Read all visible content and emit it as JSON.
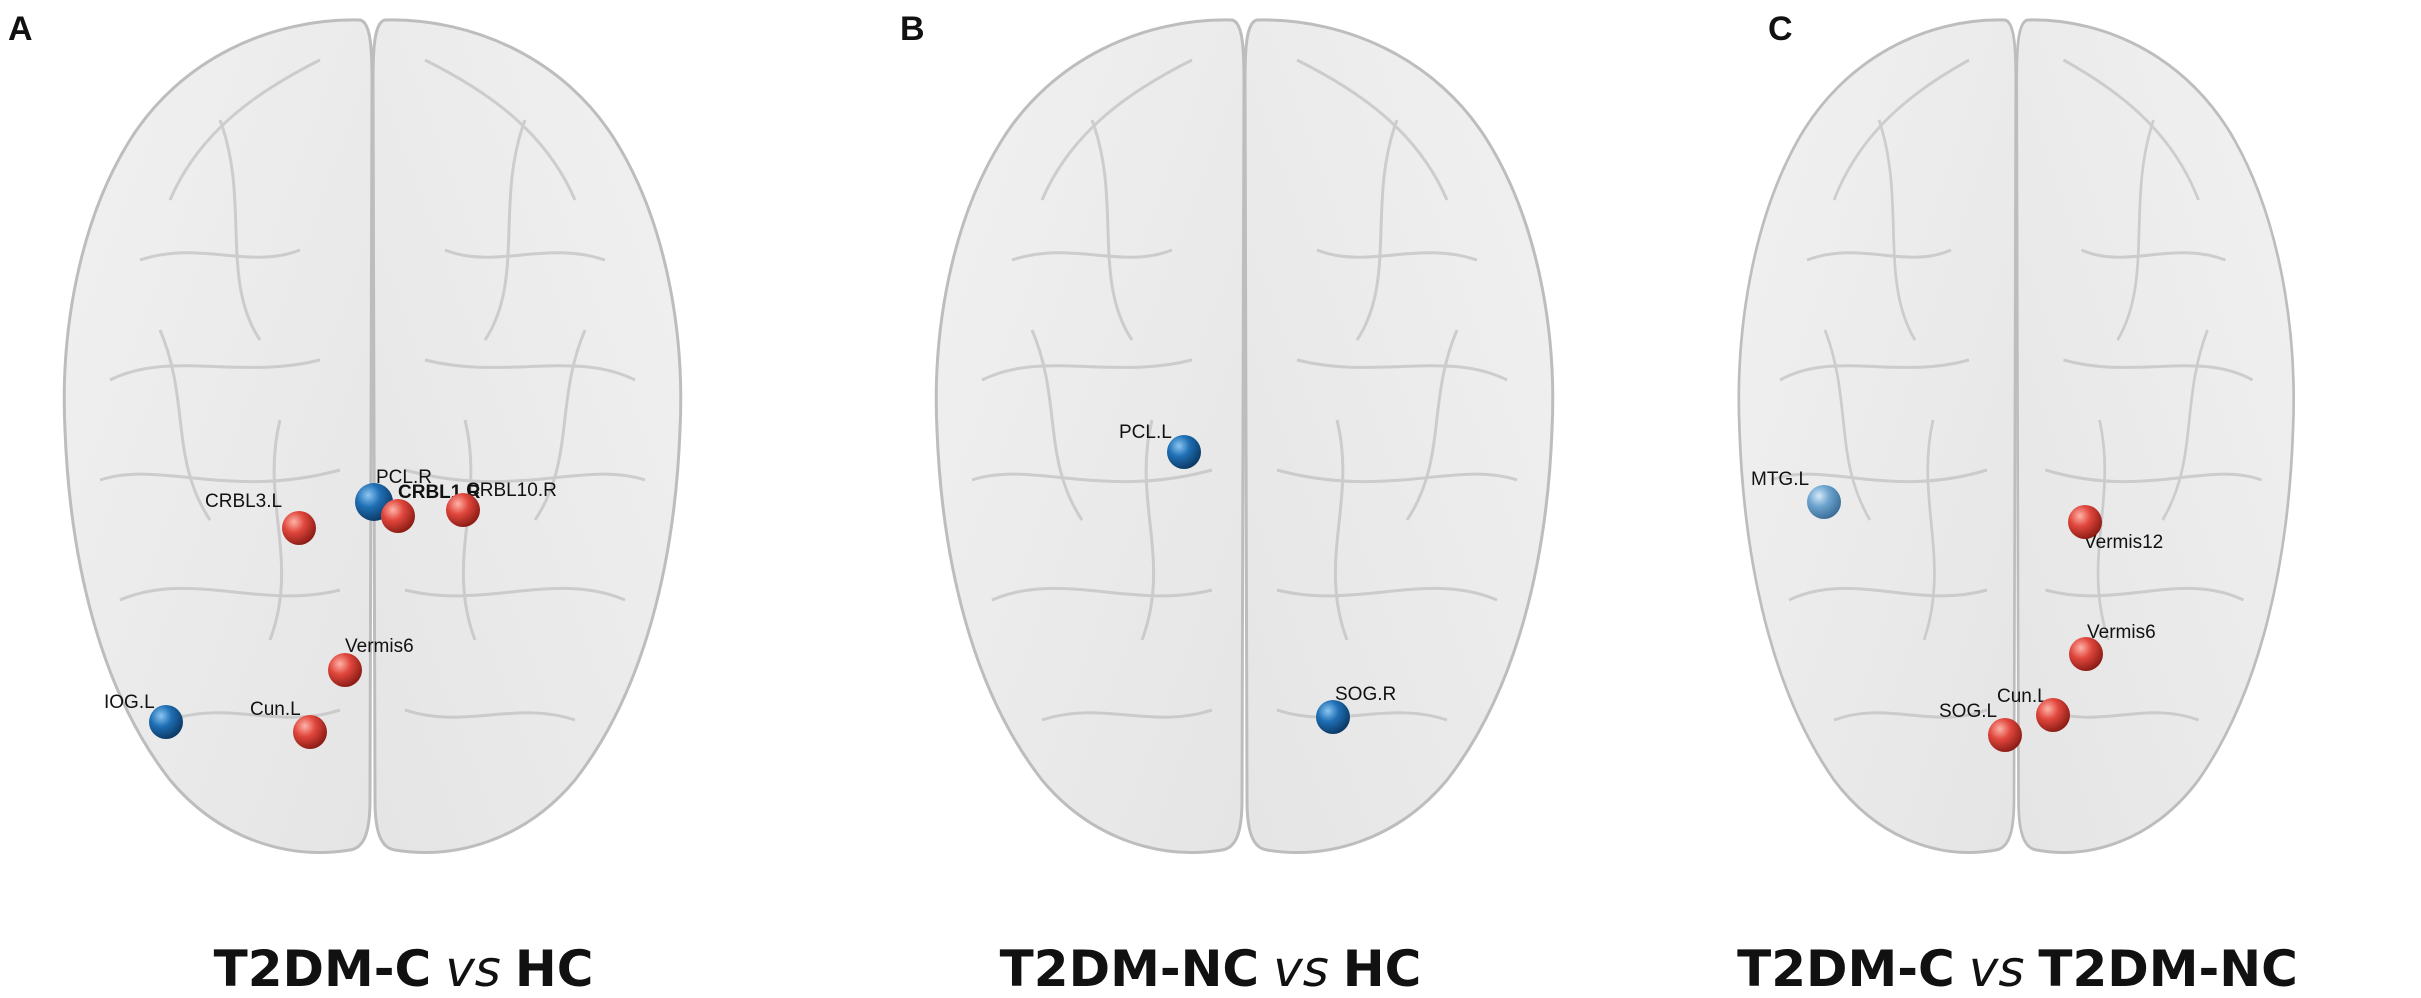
{
  "panels": [
    {
      "letter": "A",
      "caption": {
        "left": "T2DM-C",
        "vs": "vs",
        "right": "HC"
      },
      "nodes": [
        {
          "label": "CRBL3.L",
          "color": "red"
        },
        {
          "label": "PCL.R",
          "color": "blue"
        },
        {
          "label": "CRBL1.R",
          "color": "red"
        },
        {
          "label": "CRBL10.R",
          "color": "red"
        },
        {
          "label": "Vermis6",
          "color": "red"
        },
        {
          "label": "IOG.L",
          "color": "blue"
        },
        {
          "label": "Cun.L",
          "color": "red"
        }
      ]
    },
    {
      "letter": "B",
      "caption": {
        "left": "T2DM-NC",
        "vs": "vs",
        "right": "HC"
      },
      "nodes": [
        {
          "label": "PCL.L",
          "color": "blue"
        },
        {
          "label": "SOG.R",
          "color": "blue"
        }
      ]
    },
    {
      "letter": "C",
      "caption": {
        "left": "T2DM-C",
        "vs": "vs",
        "right": "T2DM-NC"
      },
      "nodes": [
        {
          "label": "MTG.L",
          "color": "lightblue"
        },
        {
          "label": "Vermis12",
          "color": "red"
        },
        {
          "label": "Vermis6",
          "color": "red"
        },
        {
          "label": "SOG.L",
          "color": "red"
        },
        {
          "label": "Cun.L",
          "color": "red"
        }
      ]
    }
  ],
  "colors": {
    "red_node": "#e0463c",
    "blue_node": "#1f6fb5",
    "lightblue_node": "#6ea4cf",
    "brain_fill": "#d8d8d8",
    "brain_stroke": "#c2c2c2"
  }
}
